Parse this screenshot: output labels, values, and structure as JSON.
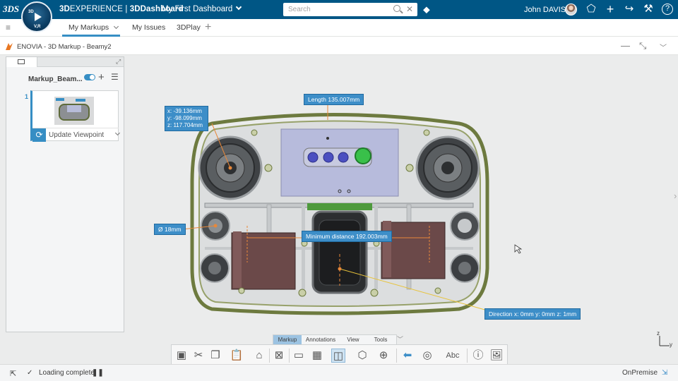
{
  "topbar": {
    "ds_logo": "3DS",
    "compass_top": "3D",
    "compass_bottom": "V,R",
    "brand_prefix": "3D",
    "brand_rest": "EXPERIENCE",
    "brand_app": "3DDashboard",
    "dashboard_name": "My First Dashboard",
    "search_placeholder": "Search",
    "user_name": "John DAVIS"
  },
  "tabs": {
    "items": [
      {
        "label": "My Markups",
        "active": true
      },
      {
        "label": "My Issues",
        "active": false
      },
      {
        "label": "3DPlay",
        "active": false
      }
    ]
  },
  "widget": {
    "title": "ENOVIA - 3D Markup - Beamy2"
  },
  "markup_panel": {
    "name": "Markup_Beam...",
    "item_number": "1",
    "update_label": "Update Viewpoint"
  },
  "annotations": {
    "length": "Length 135.007mm",
    "coord_x": "x: -39.136mm",
    "coord_y": "y: -98.099mm",
    "coord_z": "z: 117.704mm",
    "diameter": "Ø 18mm",
    "min_distance": "Minimum distance 192.003mm",
    "direction": "Direction  x: 0mm y: 0mm z: 1mm"
  },
  "axis": {
    "z": "z",
    "y": "y"
  },
  "toolbar": {
    "tabs": [
      {
        "label": "Markup",
        "active": true
      },
      {
        "label": "Annotations",
        "active": false
      },
      {
        "label": "View",
        "active": false
      },
      {
        "label": "Tools",
        "active": false
      }
    ],
    "text_tool_label": "Abc"
  },
  "status": {
    "loading_text": "Loading complete",
    "mode": "OnPremise"
  },
  "colors": {
    "topbar": "#005685",
    "accent": "#368ec4",
    "annotation": "#3d8ec8"
  }
}
